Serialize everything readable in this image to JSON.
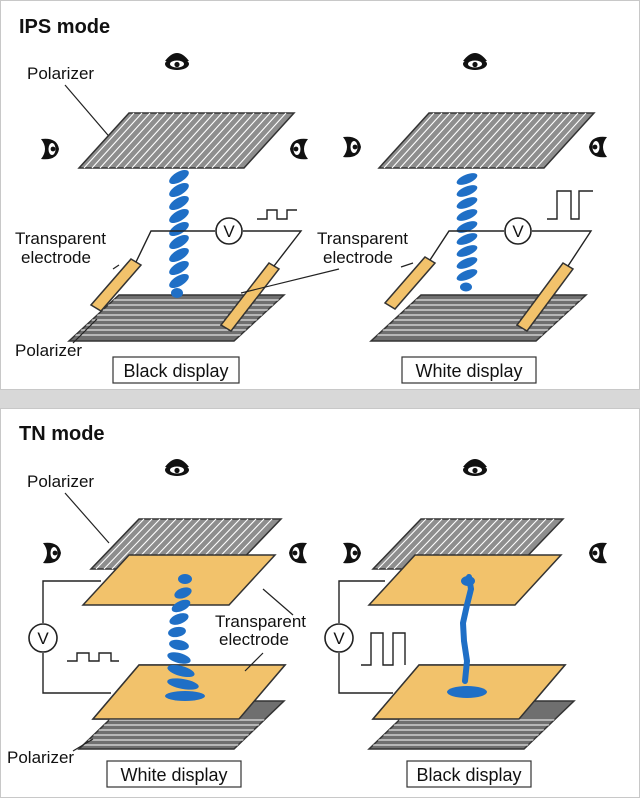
{
  "ips": {
    "title": "IPS mode",
    "polarizer_top": "Polarizer",
    "polarizer_bottom": "Polarizer",
    "electrode_left_1": "Transparent",
    "electrode_left_2": "electrode",
    "electrode_right_1": "Transparent",
    "electrode_right_2": "electrode",
    "voltmeter_left": "V",
    "voltmeter_right": "V",
    "caption_left": "Black display",
    "caption_right": "White display"
  },
  "tn": {
    "title": "TN mode",
    "polarizer_top": "Polarizer",
    "polarizer_bottom": "Polarizer",
    "electrode_1": "Transparent",
    "electrode_2": "electrode",
    "voltmeter_left": "V",
    "voltmeter_right": "V",
    "caption_left": "White display",
    "caption_right": "Black display"
  },
  "colors": {
    "liquid_crystal": "#1f6fc6",
    "electrode": "#f2c26b",
    "polarizer": "#8e8e8e"
  },
  "icons": [
    "eye-icon",
    "voltmeter-icon",
    "square-wave-icon"
  ]
}
